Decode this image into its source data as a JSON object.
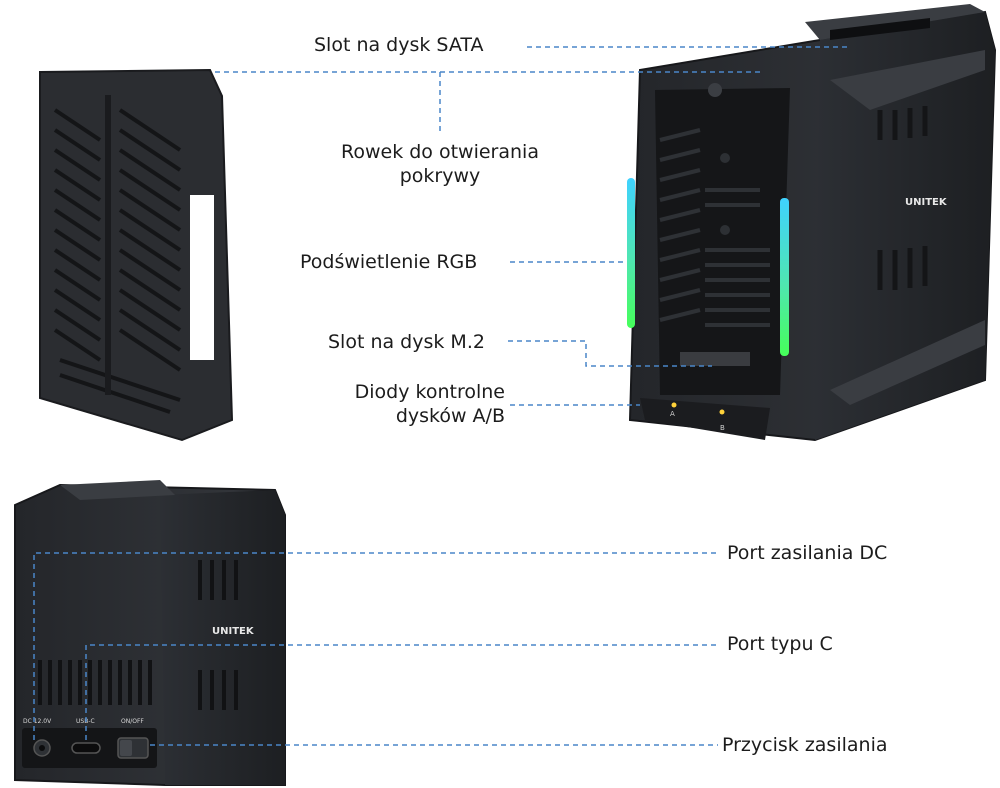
{
  "brand": {
    "logo_text": "UNITEK"
  },
  "callouts": {
    "sata_slot": "Slot na dysk SATA",
    "cover_groove_line1": "Rowek do otwierania",
    "cover_groove_line2": "pokrywy",
    "rgb": "Podświetlenie RGB",
    "m2_slot": "Slot na dysk M.2",
    "leds_line1": "Diody kontrolne",
    "leds_line2": "dysków A/B",
    "dc_port": "Port zasilania DC",
    "usbc_port": "Port typu C",
    "power_button": "Przycisk zasilania"
  },
  "rear_panel": {
    "dc_label": "DC 12.0V",
    "usbc_label": "USB-C",
    "switch_label": "ON/OFF"
  },
  "front_panel": {
    "led_a": "A",
    "led_b": "B"
  },
  "colors": {
    "leader_line": "#4a86c8",
    "rgb_gradient": [
      "#3fd2ff",
      "#46ff7a"
    ],
    "device_body": "#2a2c30"
  }
}
